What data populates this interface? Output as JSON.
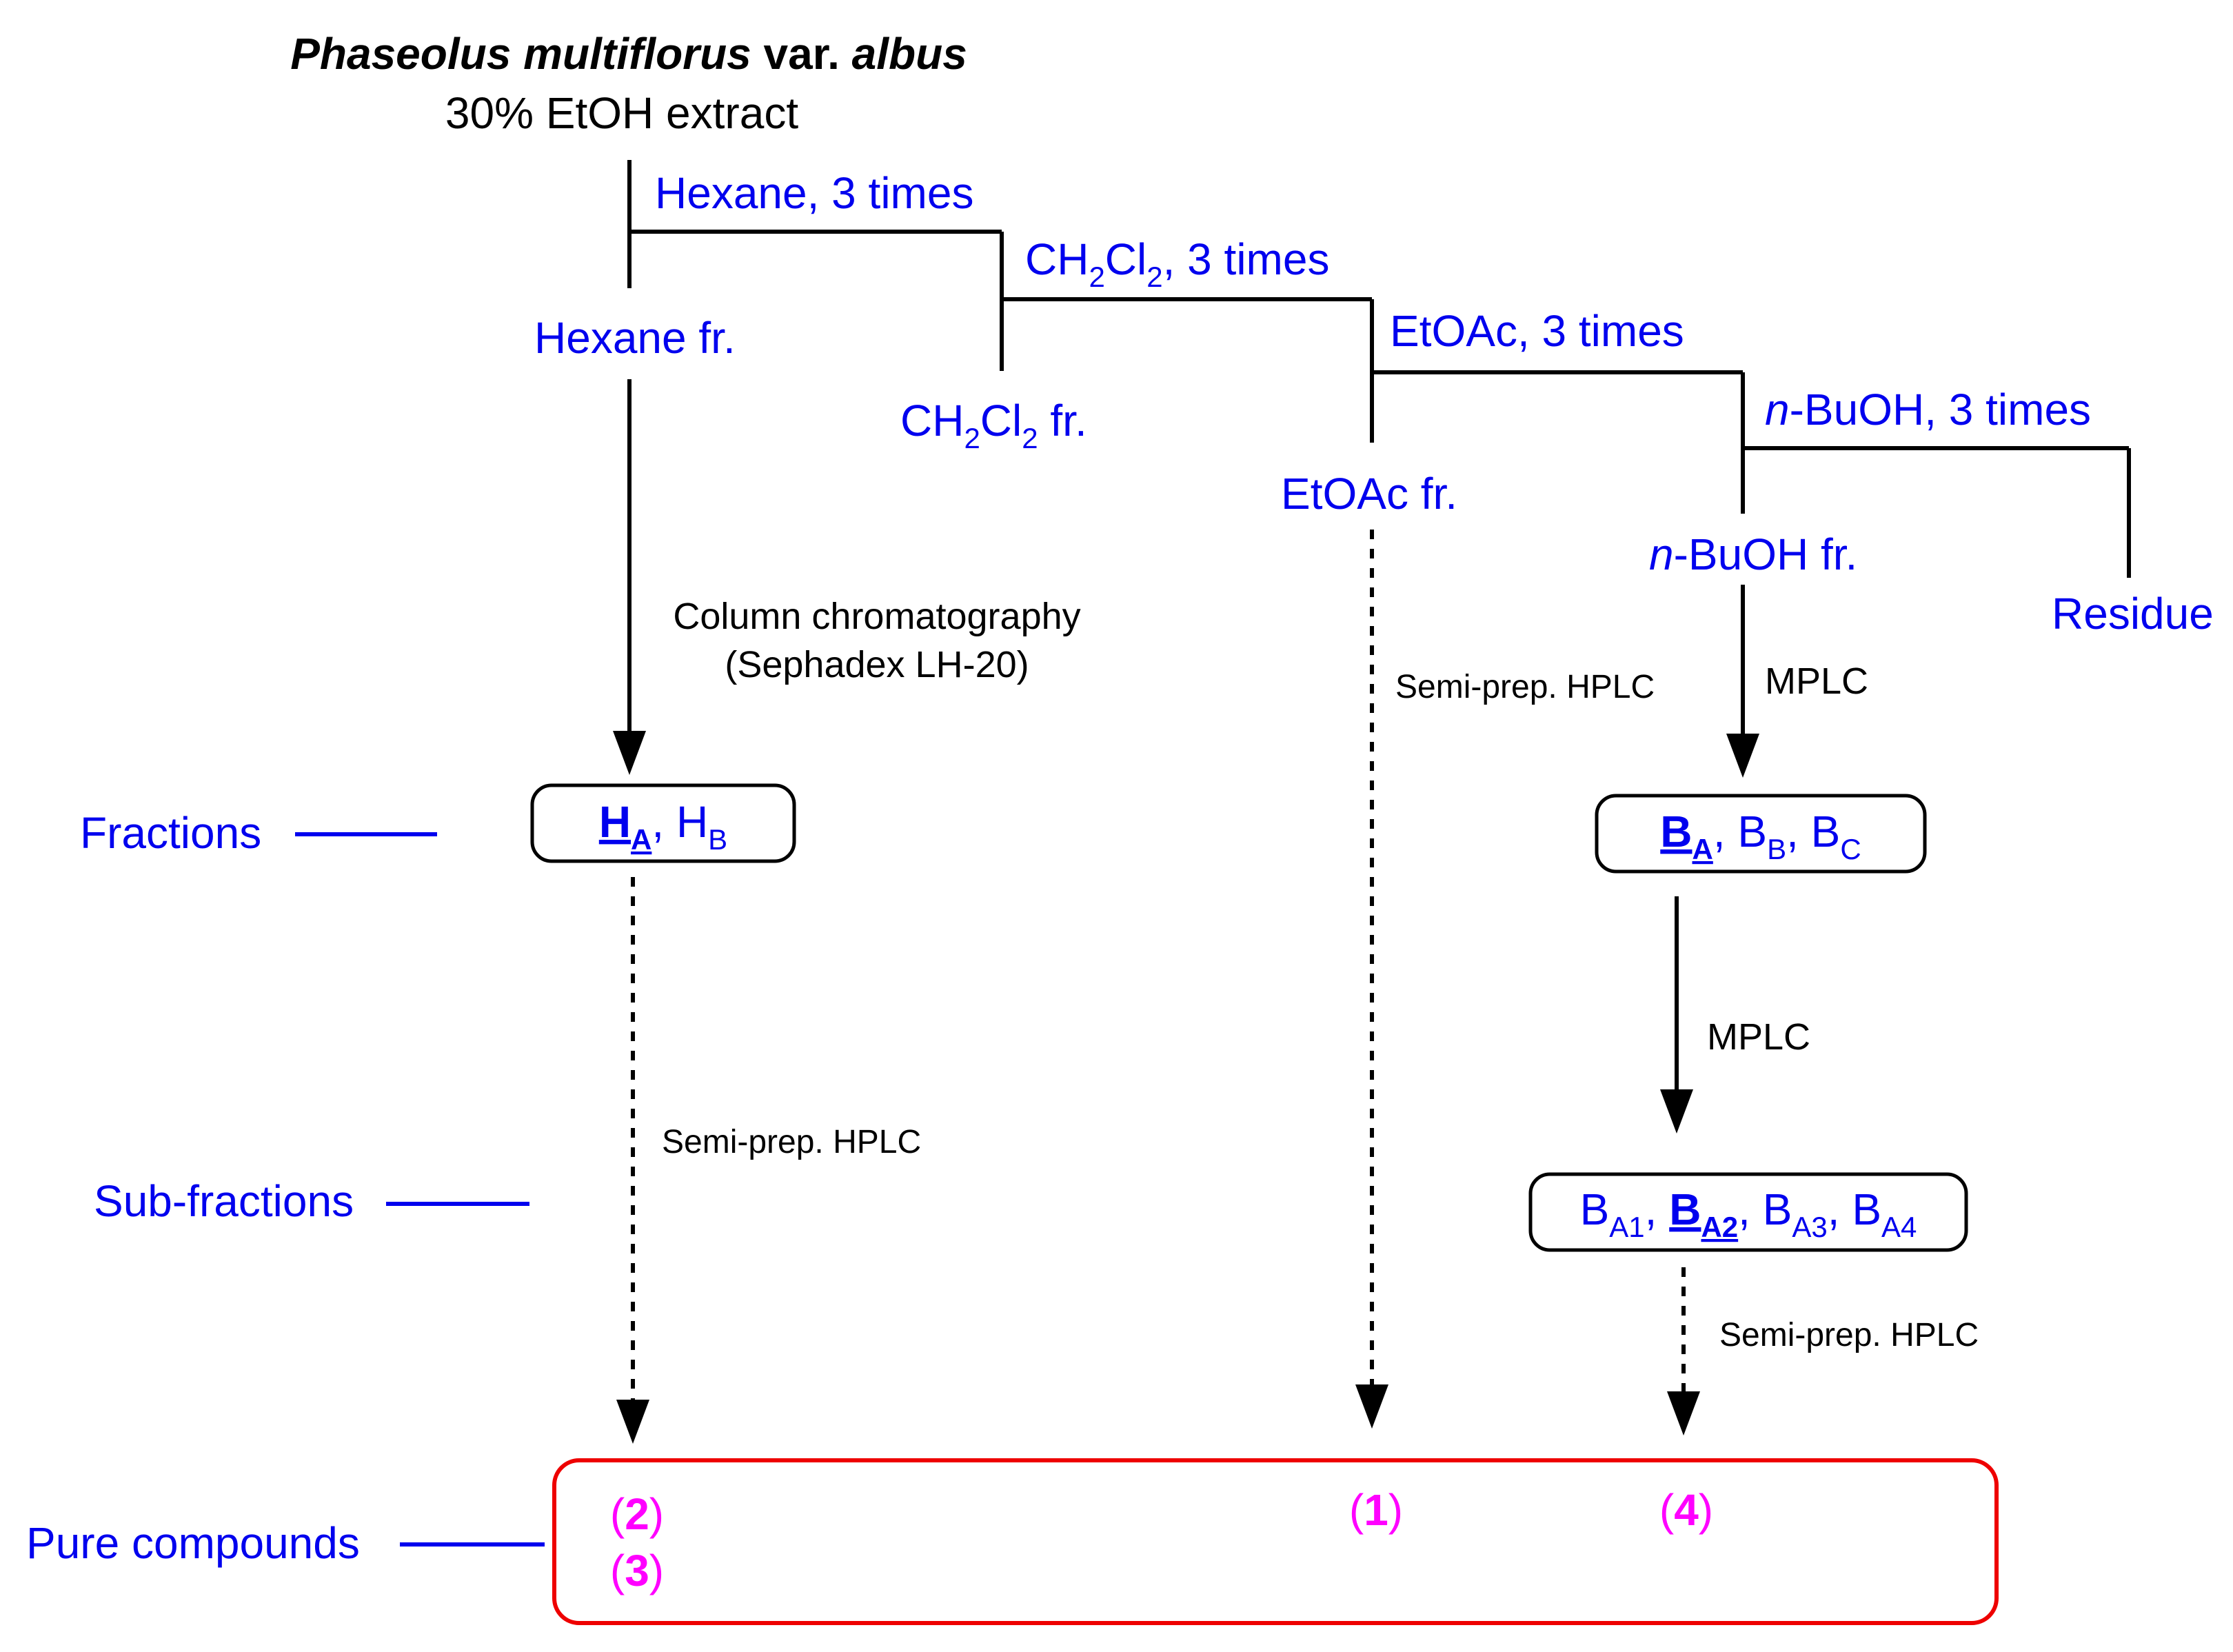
{
  "source": {
    "name_a": "Phaseolus multiflorus",
    "name_var": "var.",
    "name_b": "albus",
    "extract": "30% EtOH extract"
  },
  "partition": {
    "hexane_step": "Hexane, 3 times",
    "hexane_fr": "Hexane fr.",
    "ch2cl2_step_a": "CH",
    "ch2cl2_step_b": "2",
    "ch2cl2_step_c": "Cl",
    "ch2cl2_step_d": "2",
    "ch2cl2_step_e": ", 3 times",
    "ch2cl2_fr_a": "CH",
    "ch2cl2_fr_b": "2",
    "ch2cl2_fr_c": "Cl",
    "ch2cl2_fr_d": "2",
    "ch2cl2_fr_e": " fr.",
    "etoac_step": "EtOAc, 3 times",
    "etoac_fr": "EtOAc fr.",
    "buoh_step_n": "n",
    "buoh_step_rest": "-BuOH, 3 times",
    "buoh_fr_n": "n",
    "buoh_fr_rest": "-BuOH fr.",
    "residue": "Residue"
  },
  "methods": {
    "column_line1": "Column chromatography",
    "column_line2": "(Sephadex LH-20)",
    "semi_prep_etoac": "Semi-prep. HPLC",
    "mplc_1": "MPLC",
    "mplc_2": "MPLC",
    "semi_prep_hexane": "Semi-prep. HPLC",
    "semi_prep_buoh": "Semi-prep. HPLC"
  },
  "levels": {
    "fractions": "Fractions",
    "sub_fractions": "Sub-fractions",
    "pure_compounds": "Pure compounds"
  },
  "hex_fractions": {
    "ha_main": "H",
    "ha_sub": "A",
    "sep": ", ",
    "hb_main": "H",
    "hb_sub": "B"
  },
  "buoh_fractions": {
    "ba_main": "B",
    "ba_sub": "A",
    "sep1": ", ",
    "bb_main": "B",
    "bb_sub": "B",
    "sep2": ", ",
    "bc_main": "B",
    "bc_sub": "C"
  },
  "sub_fractions": {
    "ba1_main": "B",
    "ba1_sub": "A1",
    "sep1": ", ",
    "ba2_main": "B",
    "ba2_sub": "A2",
    "sep2": ", ",
    "ba3_main": "B",
    "ba3_sub": "A3",
    "sep3": ", ",
    "ba4_main": "B",
    "ba4_sub": "A4"
  },
  "compounds": {
    "c2_open": "(",
    "c2_num": "2",
    "c2_close": ")",
    "c3_open": "(",
    "c3_num": "3",
    "c3_close": ")",
    "c1_open": "(",
    "c1_num": "1",
    "c1_close": ")",
    "c4_open": "(",
    "c4_num": "4",
    "c4_close": ")"
  },
  "colors": {
    "text": "#000000",
    "label_blue": "#0000ee",
    "compound_magenta": "#ff00ff",
    "compound_box_red": "#ee0000"
  }
}
